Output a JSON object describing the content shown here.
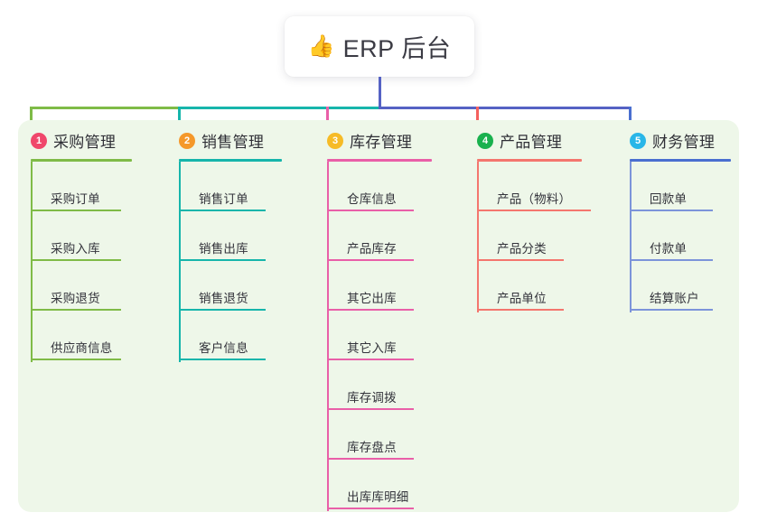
{
  "root": {
    "icon": "thumbs-up-icon",
    "icon_glyph": "👍",
    "title": "ERP 后台"
  },
  "connector": {
    "stem_color": "#5562c4",
    "bar_segments": [
      {
        "name": "segment-green",
        "color": "#7fbb47"
      },
      {
        "name": "segment-teal",
        "color": "#16b5ab"
      },
      {
        "name": "segment-indigo",
        "color": "#5562c4"
      }
    ],
    "drops": [
      {
        "name": "drop-column-1",
        "color": "#7fbb47"
      },
      {
        "name": "drop-column-2",
        "color": "#16b5ab"
      },
      {
        "name": "drop-column-3",
        "color": "#e95fa8"
      },
      {
        "name": "drop-column-4",
        "color": "#f4605e"
      },
      {
        "name": "drop-column-5",
        "color": "#4a6fd0"
      }
    ]
  },
  "panel": {
    "background": "#eef7e9"
  },
  "columns": [
    {
      "number": "1",
      "title": "采购管理",
      "badge_color": "#f0476b",
      "line_color": "#7fbb47",
      "items": [
        {
          "label": "采购订单"
        },
        {
          "label": "采购入库"
        },
        {
          "label": "采购退货"
        },
        {
          "label": "供应商信息"
        }
      ]
    },
    {
      "number": "2",
      "title": "销售管理",
      "badge_color": "#f5982a",
      "line_color": "#16b5ab",
      "items": [
        {
          "label": "销售订单"
        },
        {
          "label": "销售出库"
        },
        {
          "label": "销售退货"
        },
        {
          "label": "客户信息"
        }
      ]
    },
    {
      "number": "3",
      "title": "库存管理",
      "badge_color": "#f6bb27",
      "line_color": "#e95fa8",
      "items": [
        {
          "label": "仓库信息"
        },
        {
          "label": "产品库存"
        },
        {
          "label": "其它出库"
        },
        {
          "label": "其它入库"
        },
        {
          "label": "库存调拨"
        },
        {
          "label": "库存盘点"
        },
        {
          "label": "出库库明细"
        }
      ]
    },
    {
      "number": "4",
      "title": "产品管理",
      "badge_color": "#19b14e",
      "line_color": "#f4766e",
      "items": [
        {
          "label": "产品（物料）"
        },
        {
          "label": "产品分类"
        },
        {
          "label": "产品单位"
        }
      ]
    },
    {
      "number": "5",
      "title": "财务管理",
      "badge_color": "#29b6e8",
      "line_color": "#7c94da",
      "header_line_color": "#4a6fd0",
      "items": [
        {
          "label": "回款单"
        },
        {
          "label": "付款单"
        },
        {
          "label": "结算账户"
        }
      ]
    }
  ]
}
